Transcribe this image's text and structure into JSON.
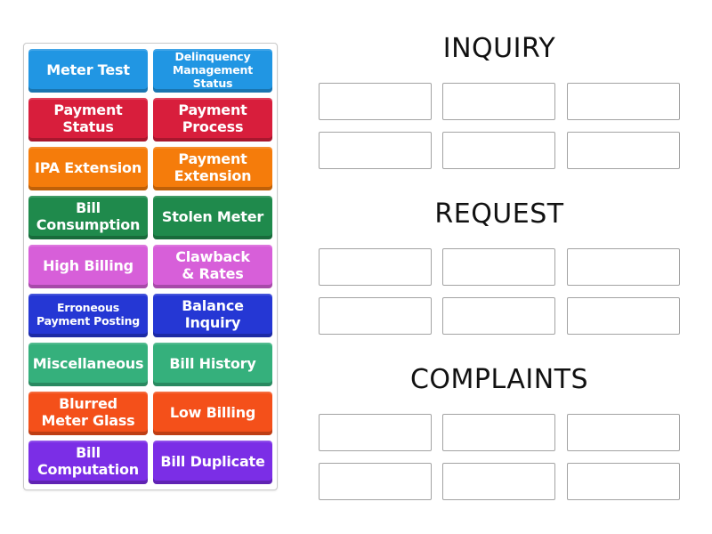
{
  "tray": {
    "tiles": [
      {
        "label": "Meter Test",
        "color": "#2196e3"
      },
      {
        "label": "Delinquency\nManagement Status",
        "color": "#2196e3"
      },
      {
        "label": "Payment\nStatus",
        "color": "#d81e3c"
      },
      {
        "label": "Payment\nProcess",
        "color": "#d81e3c"
      },
      {
        "label": "IPA Extension",
        "color": "#f57c0b"
      },
      {
        "label": "Payment\nExtension",
        "color": "#f57c0b"
      },
      {
        "label": "Bill\nConsumption",
        "color": "#1f8a4c"
      },
      {
        "label": "Stolen Meter",
        "color": "#1f8a4c"
      },
      {
        "label": "High Billing",
        "color": "#d75fd9"
      },
      {
        "label": "Clawback\n& Rates",
        "color": "#d75fd9"
      },
      {
        "label": "Erroneous\nPayment Posting",
        "color": "#2537d4"
      },
      {
        "label": "Balance\nInquiry",
        "color": "#2537d4"
      },
      {
        "label": "Miscellaneous",
        "color": "#35b07c"
      },
      {
        "label": "Bill History",
        "color": "#35b07c"
      },
      {
        "label": "Blurred\nMeter Glass",
        "color": "#f4501a"
      },
      {
        "label": "Low Billing",
        "color": "#f4501a"
      },
      {
        "label": "Bill\nComputation",
        "color": "#7b2ee6"
      },
      {
        "label": "Bill Duplicate",
        "color": "#7b2ee6"
      }
    ]
  },
  "groups": [
    {
      "title": "INQUIRY",
      "slots": 6
    },
    {
      "title": "REQUEST",
      "slots": 6
    },
    {
      "title": "COMPLAINTS",
      "slots": 6
    }
  ]
}
